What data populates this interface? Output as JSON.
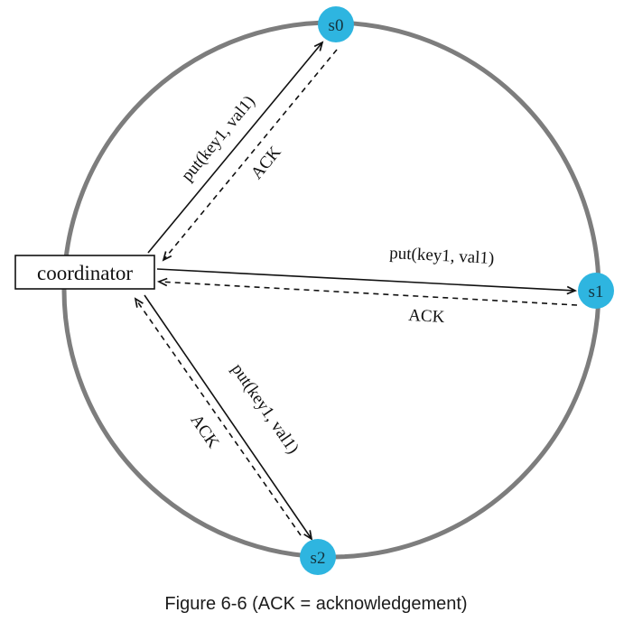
{
  "diagram": {
    "caption": "Figure 6-6 (ACK = acknowledgement)",
    "coordinator": {
      "label": "coordinator"
    },
    "nodes": [
      {
        "id": "s0",
        "label": "s0"
      },
      {
        "id": "s1",
        "label": "s1"
      },
      {
        "id": "s2",
        "label": "s2"
      }
    ],
    "edges": [
      {
        "from": "coordinator",
        "to": "s0",
        "style": "solid",
        "label": "put(key1, val1)"
      },
      {
        "from": "s0",
        "to": "coordinator",
        "style": "dashed",
        "label": "ACK"
      },
      {
        "from": "coordinator",
        "to": "s1",
        "style": "solid",
        "label": "put(key1, val1)"
      },
      {
        "from": "s1",
        "to": "coordinator",
        "style": "dashed",
        "label": "ACK"
      },
      {
        "from": "coordinator",
        "to": "s2",
        "style": "solid",
        "label": "put(key1, val1)"
      },
      {
        "from": "s2",
        "to": "coordinator",
        "style": "dashed",
        "label": "ACK"
      }
    ],
    "colors": {
      "node_fill": "#2eb5e0",
      "ring_stroke": "#7d7d7d",
      "arrow": "#111111",
      "box_fill": "#ffffff",
      "box_stroke": "#111111"
    }
  }
}
